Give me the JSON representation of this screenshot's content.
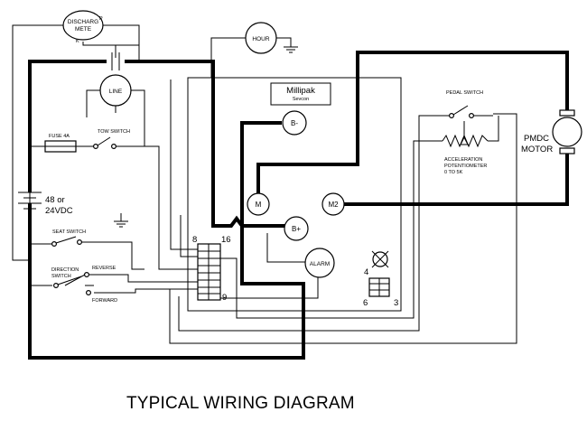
{
  "title": "TYPICAL WIRING DIAGRAM",
  "components": {
    "discharge_meter": {
      "line1": "DISCHARG",
      "line2": "METE",
      "pin_p": "P",
      "pin_k": "K"
    },
    "hour_meter": "HOUR",
    "line_contactor": "LINE",
    "controller": {
      "name": "Millipak",
      "maker": "Sevcon"
    },
    "terminal_b_minus": "B-",
    "terminal_b_plus": "B+",
    "terminal_m": "M",
    "terminal_m2": "M2",
    "alarm": "ALARM",
    "fuse": "FUSE 4A",
    "tow_switch": "TOW SWITCH",
    "battery": {
      "line1": "48 or",
      "line2": "24VDC"
    },
    "seat_switch": "SEAT SWITCH",
    "direction_switch": {
      "line1": "DIRECTION",
      "line2": "SWITCH"
    },
    "reverse": "REVERSE",
    "forward": "FORWARD",
    "pedal_switch": "PEDAL SWITCH",
    "potentiometer": {
      "line1": "ACCELERATION",
      "line2": "POTENTIOMETER",
      "line3": "0 TO 5K"
    },
    "motor": {
      "line1": "PMDC",
      "line2": "MOTOR"
    }
  },
  "pin_numbers": {
    "p8": "8",
    "p16": "16",
    "p9": "9",
    "p4": "4",
    "p6": "6",
    "p3": "3"
  }
}
